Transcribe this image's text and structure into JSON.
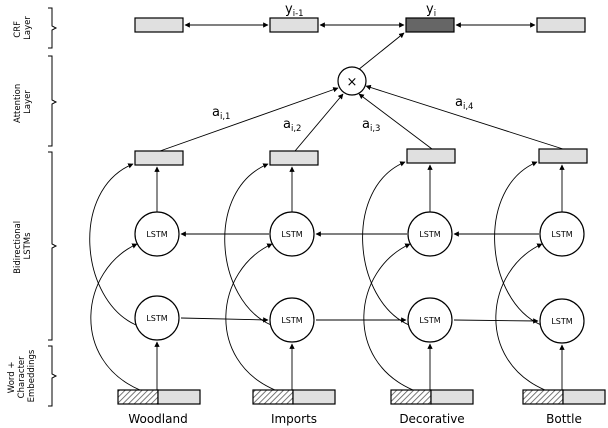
{
  "layers": {
    "crf": "CRF\nLayer",
    "attention": "Attention\nLayer",
    "bilstm": "Bidirectional\nLSTMs",
    "embeddings": "Word +\nCharacter\nEmbeddings"
  },
  "words": [
    "Woodland",
    "Imports",
    "Decorative",
    "Bottle"
  ],
  "lstm_label": "LSTM",
  "attention_symbol": "×",
  "crf_labels": [
    {
      "base": "y",
      "sub": "i-1"
    },
    {
      "base": "y",
      "sub": "i"
    }
  ],
  "attention_weights": [
    {
      "base": "a",
      "sub": "i,1"
    },
    {
      "base": "a",
      "sub": "i,2"
    },
    {
      "base": "a",
      "sub": "i,3"
    },
    {
      "base": "a",
      "sub": "i,4"
    }
  ],
  "colors": {
    "box_fill": "#e0e0e0",
    "highlight_fill": "#666666",
    "hatch": "#555555"
  }
}
